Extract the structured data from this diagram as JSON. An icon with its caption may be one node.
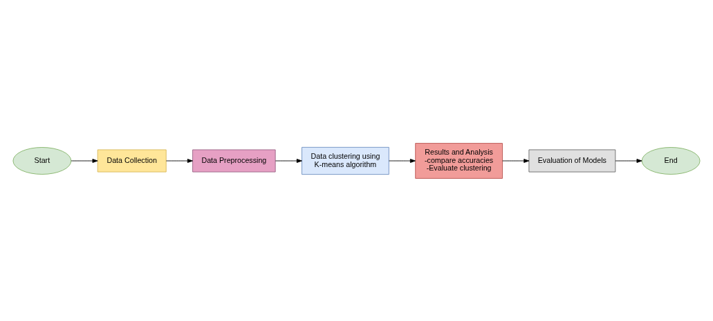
{
  "diagram": {
    "nodes": [
      {
        "text": [
          "Start"
        ]
      },
      {
        "text": [
          "Data Collection"
        ]
      },
      {
        "text": [
          "Data Preprocessing"
        ]
      },
      {
        "text": [
          "Data clustering using K-means algorithm"
        ]
      },
      {
        "text": [
          "Results and Analysis",
          "-compare accuracies",
          "-Evaluate clustering"
        ]
      },
      {
        "text": [
          "Evaluation of Models"
        ]
      },
      {
        "text": [
          "End"
        ]
      }
    ],
    "edges": [
      {
        "from": 0,
        "to": 1,
        "arrow": "to"
      },
      {
        "from": 1,
        "to": 2,
        "arrow": "to"
      },
      {
        "from": 2,
        "to": 3,
        "arrow": "to"
      },
      {
        "from": 3,
        "to": 4,
        "arrow": "to"
      },
      {
        "from": 4,
        "to": 5,
        "arrow": "to"
      },
      {
        "from": 5,
        "to": 6,
        "arrow": "to"
      }
    ]
  }
}
